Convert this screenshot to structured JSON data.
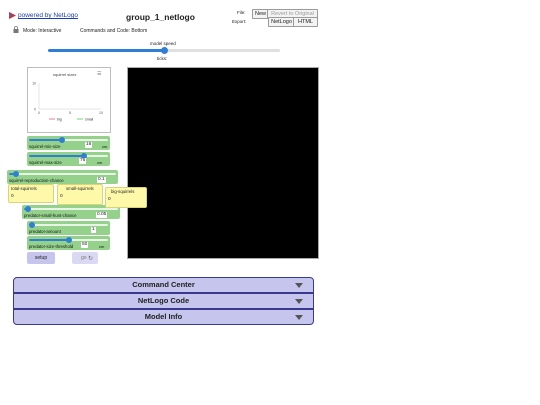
{
  "header": {
    "powered_by": "powered by NetLogo",
    "model_title": "group_1_netlogo",
    "file_label": "File:",
    "new_button": "New",
    "revert_button": "Revert to Original",
    "export_label": "Export:",
    "export_netlogo": "NetLogo",
    "export_html": "HTML",
    "mode": "Mode: Interactive",
    "commands_code": "Commands and Code: Bottom"
  },
  "speed": {
    "label": "model speed",
    "ticks_label": "ticks:",
    "level": 0.5
  },
  "plot": {
    "title": "squirrel sizes",
    "menu_glyph": "☰"
  },
  "chart_data": {
    "type": "line",
    "title": "squirrel sizes",
    "xlabel": "",
    "ylabel": "",
    "xlim": [
      0,
      10
    ],
    "ylim": [
      0,
      10
    ],
    "x_ticks": [
      "0",
      "5",
      "10"
    ],
    "y_ticks": [
      "10",
      "0"
    ],
    "series": [
      {
        "name": "big",
        "color": "#e67e8f",
        "values": []
      },
      {
        "name": "small",
        "color": "#7ad17a",
        "values": []
      }
    ],
    "legend": "bottom"
  },
  "sliders": [
    {
      "id": "squirrel-min-size",
      "label": "squirrel-min-size",
      "value": "16",
      "unit": "cm",
      "level": 0.42
    },
    {
      "id": "squirrel-max-size",
      "label": "squirrel-max-size",
      "value": "76",
      "unit": "cm",
      "level": 0.7
    },
    {
      "id": "squirrel-reproduction-chance",
      "label": "squirrel-reproduction-chance",
      "value": "0.1",
      "unit": "",
      "level": 0.07
    },
    {
      "id": "predator-small-hunt-chance",
      "label": "predator-small-hunt-chance",
      "value": "0.05",
      "unit": "",
      "level": 0.04
    },
    {
      "id": "predator-amount",
      "label": "predator-amount",
      "value": "1",
      "unit": "",
      "level": 0.04
    },
    {
      "id": "predator-size-threshold",
      "label": "predator-size-threshold",
      "value": "50",
      "unit": "cm",
      "level": 0.5
    }
  ],
  "monitors": [
    {
      "id": "total-squirrels",
      "label": "total-squirrels",
      "value": "0"
    },
    {
      "id": "small-squirrels",
      "label": "small-squirrels",
      "value": "0"
    },
    {
      "id": "big-squirrels",
      "label": "big-squirrels",
      "value": "0"
    }
  ],
  "buttons": {
    "setup": "setup",
    "go": "go",
    "go_icon": "↻"
  },
  "panels": {
    "command_center": "Command Center",
    "netlogo_code": "NetLogo Code",
    "model_info": "Model Info"
  },
  "colors": {
    "widget_green": "#94d28c",
    "monitor_yellow": "#fdf9a8",
    "button_lavender": "#c5c5ee",
    "slider_blue": "#2f7fd4",
    "link_blue": "#1a3fb5"
  }
}
